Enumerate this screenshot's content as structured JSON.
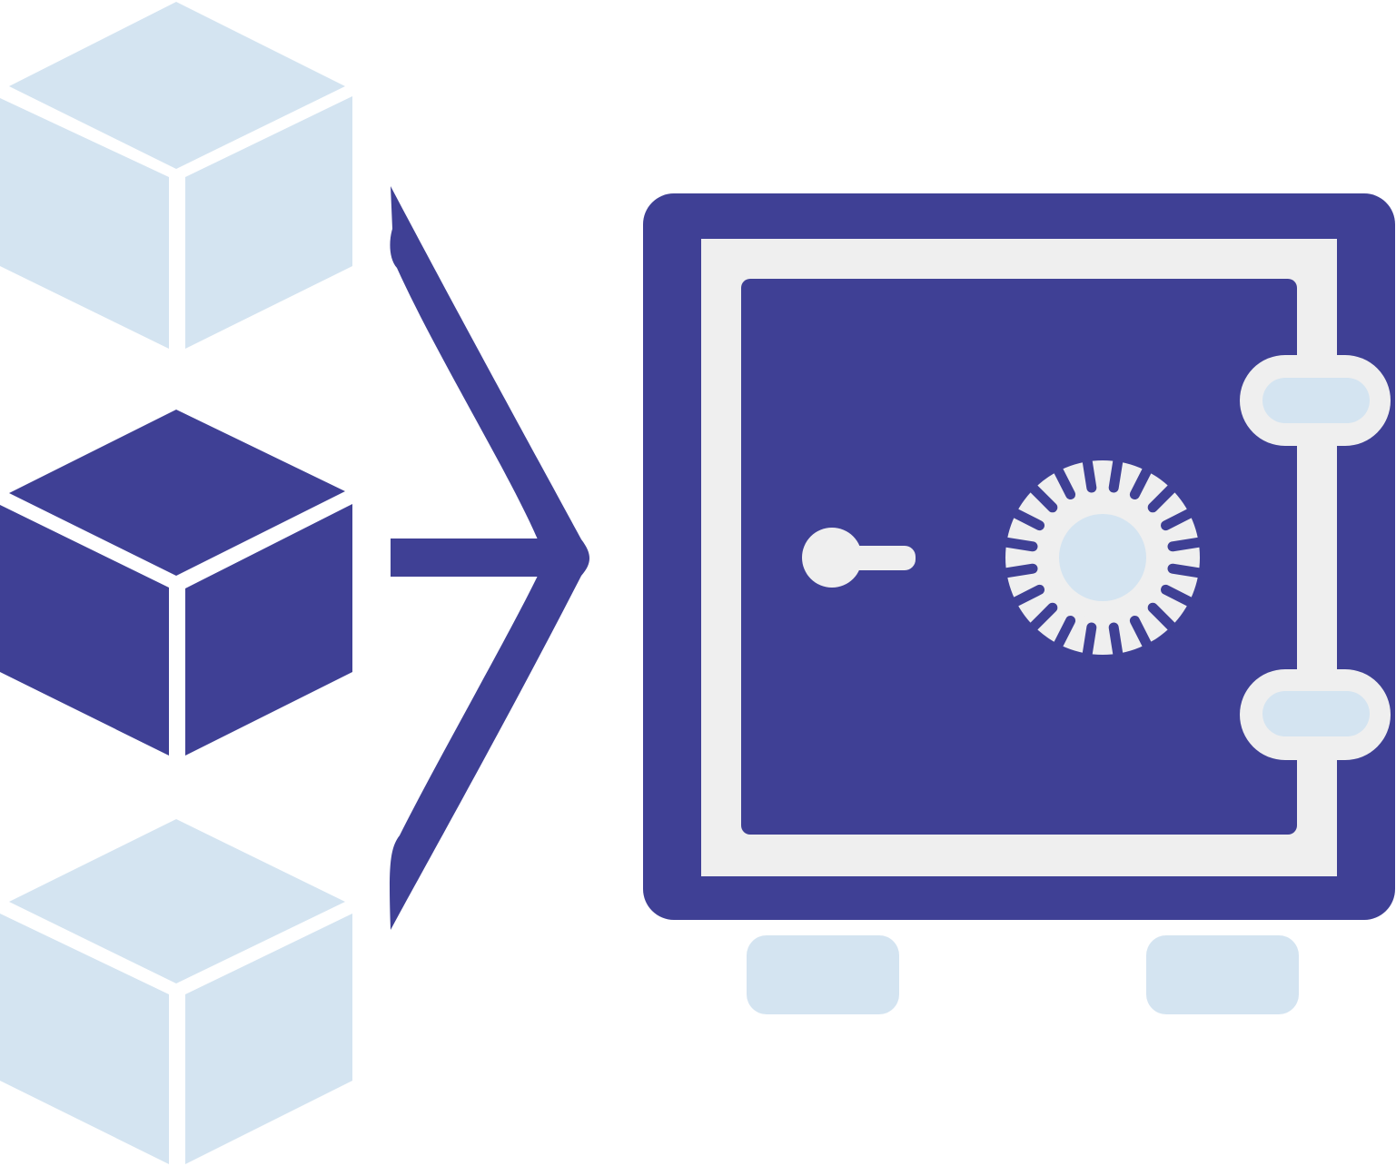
{
  "colors": {
    "background": "#ffffff",
    "primary": "#3f4095",
    "light_blue": "#d4e4f1",
    "light_gray": "#efefef",
    "separator": "#ffffff"
  },
  "scene": {
    "elements": [
      {
        "name": "cube-top-light-icon",
        "fill": "light_blue"
      },
      {
        "name": "cube-middle-dark-icon",
        "fill": "primary"
      },
      {
        "name": "cube-bottom-light-icon",
        "fill": "light_blue"
      },
      {
        "name": "merge-arrow-icon",
        "fill": "primary"
      },
      {
        "name": "vault-safe-icon",
        "fill": "primary"
      }
    ]
  }
}
